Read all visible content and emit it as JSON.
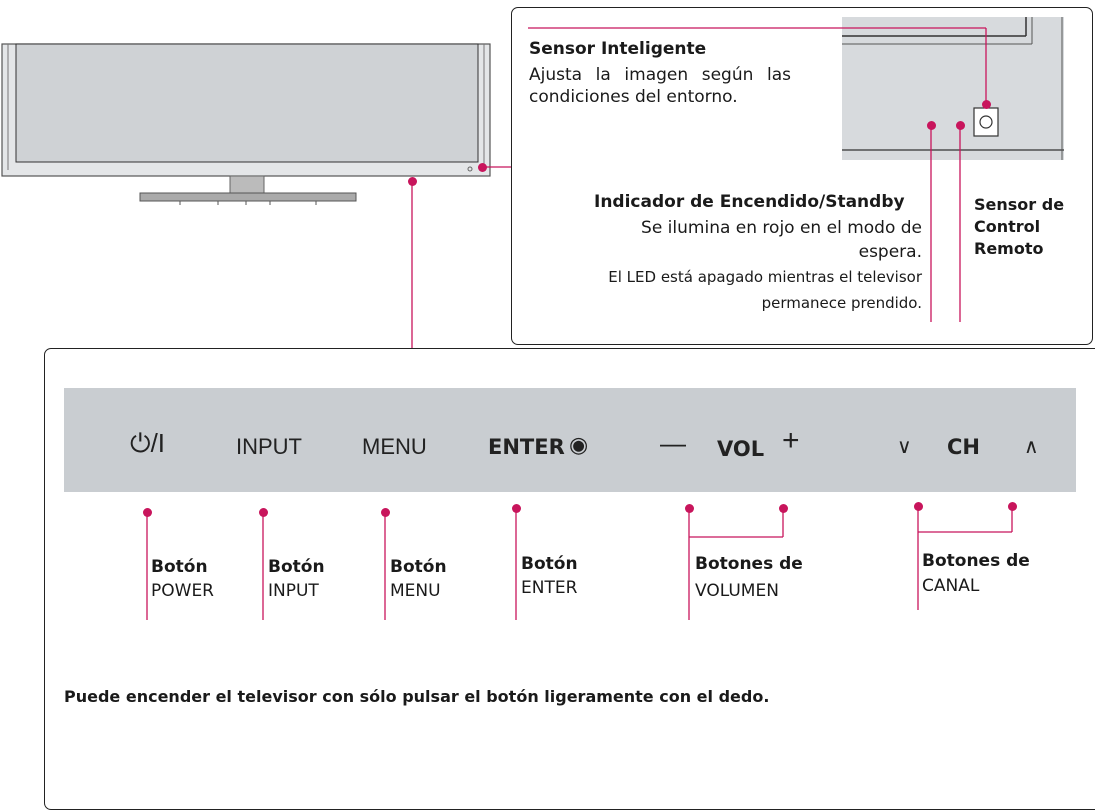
{
  "sensor_callout": {
    "title": "Sensor Inteligente",
    "description": "Ajusta la imagen según las condiciones del entorno."
  },
  "power_indicator": {
    "title": "Indicador de Encendido/Standby",
    "line1": "Se ilumina en rojo en el modo de",
    "line2": "espera.",
    "line3": "El LED está apagado mientras el televisor",
    "line4": "permanece prendido."
  },
  "remote_sensor": {
    "line1": "Sensor de",
    "line2": "Control",
    "line3": "Remoto"
  },
  "button_strip": {
    "power_symbol": "⏻/I",
    "input": "INPUT",
    "menu": "MENU",
    "enter": "ENTER",
    "enter_symbol": "◉",
    "vol_minus": "—",
    "vol": "VOL",
    "vol_plus": "+",
    "ch_down": "∨",
    "ch": "CH",
    "ch_up": "∧"
  },
  "button_labels": {
    "power": {
      "line1": "Botón",
      "line2": "POWER"
    },
    "input": {
      "line1": "Botón",
      "line2": "INPUT"
    },
    "menu": {
      "line1": "Botón",
      "line2": "MENU"
    },
    "enter": {
      "line1": "Botón",
      "line2": "ENTER"
    },
    "volume": {
      "line1": "Botones de",
      "line2": "VOLUMEN"
    },
    "channel": {
      "line1": "Botones de",
      "line2": "CANAL"
    }
  },
  "note": "Puede encender el televisor con sólo pulsar el botón ligeramente con el dedo.",
  "colors": {
    "accent": "#c8155c",
    "strip": "#c9cdd1",
    "border": "#222222"
  }
}
